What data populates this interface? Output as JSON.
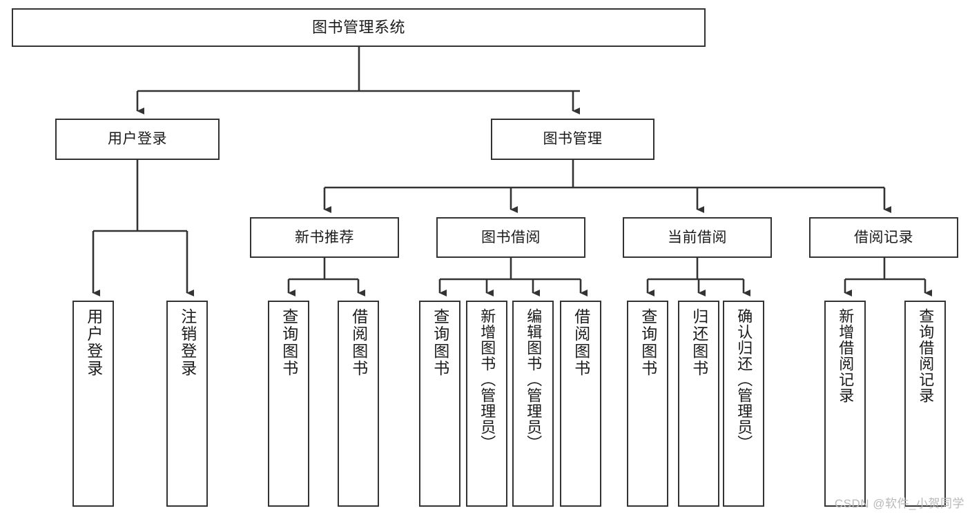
{
  "diagram": {
    "title": "图书管理系统",
    "watermark": "CSDN @软件_小贺同学",
    "colors": {
      "background": "#ffffff",
      "node_border": "#333333",
      "node_fill": "#ffffff",
      "connector": "#333333",
      "text": "#1b1b1b",
      "watermark": "#b9b9b9"
    },
    "levels": {
      "root": "图书管理系统",
      "level2": [
        "用户登录",
        "图书管理"
      ],
      "level3": [
        "新书推荐",
        "图书借阅",
        "当前借阅",
        "借阅记录"
      ]
    },
    "nodes": {
      "root": {
        "label": "图书管理系统"
      },
      "user_login": {
        "label": "用户登录"
      },
      "book_manage": {
        "label": "图书管理"
      },
      "new_book_rec": {
        "label": "新书推荐"
      },
      "book_borrow": {
        "label": "图书借阅"
      },
      "current_borrow": {
        "label": "当前借阅"
      },
      "borrow_record": {
        "label": "借阅记录"
      },
      "leaf_user_login": {
        "label": "用户登录"
      },
      "leaf_logout": {
        "label": "注销登录"
      },
      "leaf_query_book_1": {
        "label": "查询图书"
      },
      "leaf_borrow_book_1": {
        "label": "借阅图书"
      },
      "leaf_query_book_2": {
        "label": "查询图书"
      },
      "leaf_add_book": {
        "label": "新增图书（管理员）"
      },
      "leaf_edit_book": {
        "label": "编辑图书（管理员）"
      },
      "leaf_borrow_book_2": {
        "label": "借阅图书"
      },
      "leaf_query_book_3": {
        "label": "查询图书"
      },
      "leaf_return_book": {
        "label": "归还图书"
      },
      "leaf_confirm_return": {
        "label": "确认归还（管理员）"
      },
      "leaf_add_record": {
        "label": "新增借阅记录"
      },
      "leaf_query_record": {
        "label": "查询借阅记录"
      }
    }
  }
}
